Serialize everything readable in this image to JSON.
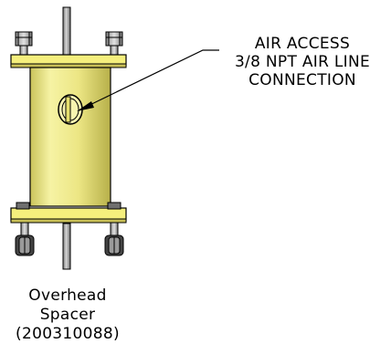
{
  "callout": {
    "line1": "AIR ACCESS",
    "line2": "3/8 NPT AIR LINE",
    "line3": "CONNECTION"
  },
  "caption": {
    "line1": "Overhead",
    "line2": "Spacer",
    "line3": "(200310088)"
  },
  "colors": {
    "body_yellow": "#f3f08a",
    "plate_yellow": "#f5ef7d",
    "rod_gray": "#a9a9a9",
    "outline": "#000000"
  }
}
